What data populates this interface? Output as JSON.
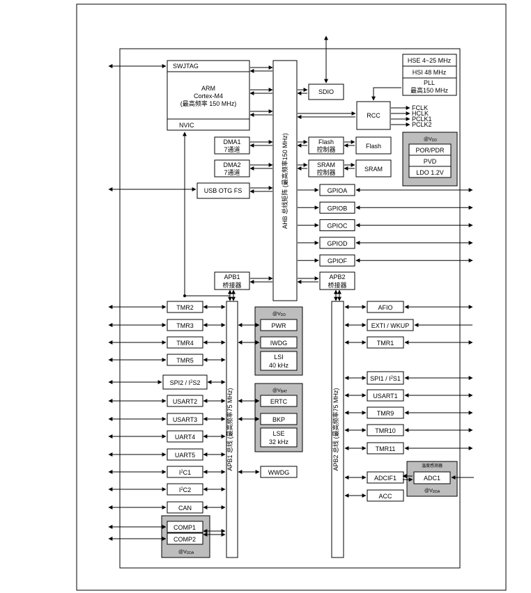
{
  "core": {
    "swjtag": "SWJTAG",
    "arm_line1": "ARM",
    "arm_line2": "Cortex-M4",
    "arm_line3": "(最高频率 150 MHz)",
    "nvic": "NVIC"
  },
  "dma1": [
    "DMA1",
    "7通道"
  ],
  "dma2": [
    "DMA2",
    "7通道"
  ],
  "usb": "USB OTG FS",
  "ahb_label": "AHB 总线矩阵 (最高频率150 MHz)",
  "sdio": "SDIO",
  "clock": {
    "hse": "HSE 4~25 MHz",
    "hsi": "HSI 48 MHz",
    "pll_line1": "PLL",
    "pll_line2": "最高150 MHz",
    "rcc": "RCC",
    "outputs": [
      "FCLK",
      "HCLK",
      "PCLK1",
      "PCLK2"
    ]
  },
  "flash_ctrl": [
    "Flash",
    "控制器"
  ],
  "flash": "Flash",
  "sram_ctrl": [
    "SRAM",
    "控制器"
  ],
  "sram": "SRAM",
  "vdd_group": {
    "label": "@V",
    "sub": "DD",
    "items": [
      "POR/PDR",
      "PVD",
      "LDO 1.2V"
    ]
  },
  "gpio": [
    "GPIOA",
    "GPIOB",
    "GPIOC",
    "GPIOD",
    "GPIOF"
  ],
  "apb1_bridge": [
    "APB1",
    "桥接器"
  ],
  "apb2_bridge": [
    "APB2",
    "桥接器"
  ],
  "apb1_label": "APB1 总线 (最高频率75 MHz)",
  "apb2_label": "APB2 总线 (最高频率75 MHz)",
  "apb1_periph": [
    "TMR2",
    "TMR3",
    "TMR4",
    "TMR5",
    "SPI2 / I2S2",
    "USART2",
    "USART3",
    "UART4",
    "UART5",
    "I2C1",
    "I2C2",
    "CAN"
  ],
  "comp": [
    "COMP1",
    "COMP2"
  ],
  "comp_supply": {
    "label": "@V",
    "sub": "DDA"
  },
  "vdd_group2": {
    "label": "@V",
    "sub": "DD",
    "items": [
      "PWR",
      "IWDG",
      "LSI",
      "40 kHz"
    ]
  },
  "vbat_group": {
    "label": "@V",
    "sub": "BAT",
    "items": [
      "ERTC",
      "BKP",
      "LSE",
      "32 kHz"
    ]
  },
  "wwdg": "WWDG",
  "apb2_periph": [
    "AFIO",
    "EXTI / WKUP",
    "TMR1",
    "SPI1 / I2S1",
    "USART1",
    "TMR9",
    "TMR10",
    "TMR11",
    "ADCIF1",
    "ACC"
  ],
  "adc_group": {
    "title": "温度感测器",
    "adc": "ADC1",
    "label": "@V",
    "sub": "DDA"
  }
}
